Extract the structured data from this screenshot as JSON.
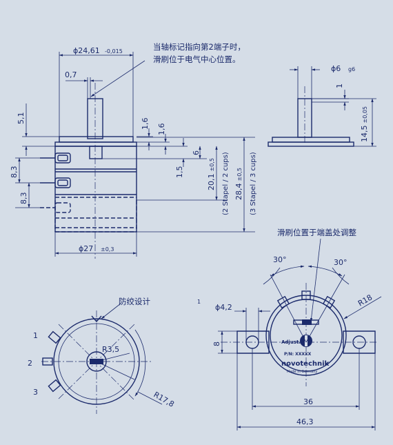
{
  "top_view": {
    "dim_diameter": "ϕ24,61",
    "dim_diameter_tol": "-0,015",
    "dim_offset": "0,7",
    "dim_height_left": "5,1",
    "dim_pin_1": "1,6",
    "dim_pin_2": "1,6",
    "dim_6": "6",
    "dim_15": "1,5",
    "dim_pitch_1": "8,3",
    "dim_pitch_2": "8,3",
    "dim_height_2": "20,1",
    "dim_height_2_tol": "±0,5",
    "dim_height_3": "28,4",
    "dim_height_3_tol": "±0,5",
    "cups_2": "(2 Stapel / 2 cups)",
    "cups_3": "(3 Stapel / 3 cups)",
    "dim_bottom_diameter": "ϕ27",
    "dim_bottom_diameter_tol": "±0,3",
    "note_line1": "当轴标记指向第2端子时，",
    "note_line2": "滑刷位于电气中心位置。"
  },
  "side_view": {
    "dim_shaft": "ϕ6",
    "dim_shaft_tol": "g6",
    "dim_1": "1",
    "dim_height": "14,5",
    "dim_height_tol": "±0,05"
  },
  "bottom_view": {
    "label": "防绞设计",
    "pin1": "1",
    "pin2": "2",
    "pin3": "3",
    "dim_r35": "R3,5",
    "dim_r178": "R17,8"
  },
  "right_view": {
    "label": "滑刷位置于端盖处调整",
    "dim_angle_left": "30°",
    "dim_angle_right": "30°",
    "dim_r18": "R18",
    "dim_hole": "ϕ4,2",
    "dim_8": "8",
    "dim_36": "36",
    "dim_463": "46,3",
    "stray_mark": "1",
    "label_adjust": "Adjust.",
    "label_pn": "P/N: XXXXX",
    "brand": "novotechnik",
    "brand_sub": "Made in Germany"
  }
}
